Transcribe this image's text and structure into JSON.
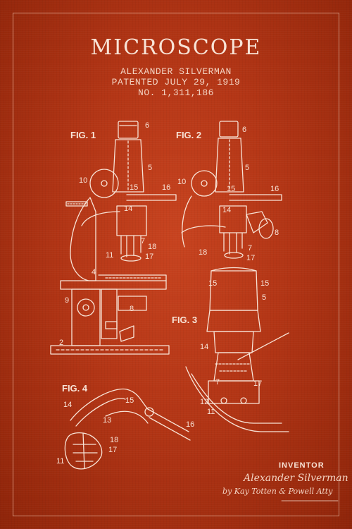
{
  "header": {
    "title": "MICROSCOPE",
    "inventor_name": "ALEXANDER SILVERMAN",
    "patent_date": "PATENTED JULY 29, 1919",
    "patent_number": "NO. 1,311,186"
  },
  "figures": {
    "fig1": "FIG. 1",
    "fig2": "FIG. 2",
    "fig3": "FIG. 3",
    "fig4": "FIG. 4"
  },
  "callouts": {
    "c6": "6",
    "c5": "5",
    "c10": "10",
    "c15": "15",
    "c16": "16",
    "c14": "14",
    "c18": "18",
    "c11": "11",
    "c17": "17",
    "c7": "7",
    "c4": "4",
    "c8": "8",
    "c9": "9",
    "c2": "2",
    "c13": "13",
    "c12": "12"
  },
  "footer": {
    "inventor_label": "INVENTOR",
    "signature": "Alexander Silverman",
    "attorney_line": "by Kay Totten & Powell Atty"
  },
  "colors": {
    "background": "#b33515",
    "line": "#f8e3d6"
  }
}
